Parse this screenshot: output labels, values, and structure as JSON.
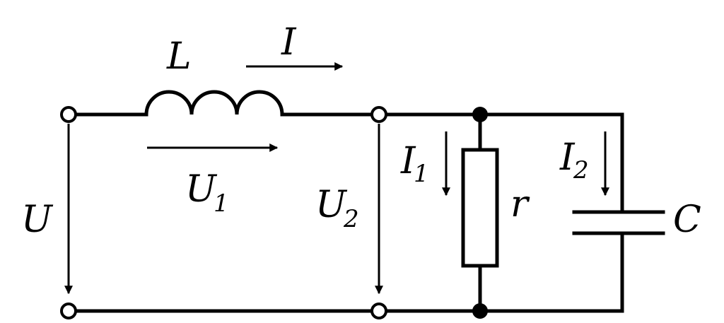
{
  "labels": {
    "inductor": "L",
    "current_main": "I",
    "voltage_input": "U",
    "voltage_inductor": "U",
    "voltage_inductor_sub": "1",
    "voltage_output": "U",
    "voltage_output_sub": "2",
    "current_resistor": "I",
    "current_resistor_sub": "1",
    "resistor": "r",
    "current_capacitor": "I",
    "current_capacitor_sub": "2",
    "capacitor": "C"
  }
}
